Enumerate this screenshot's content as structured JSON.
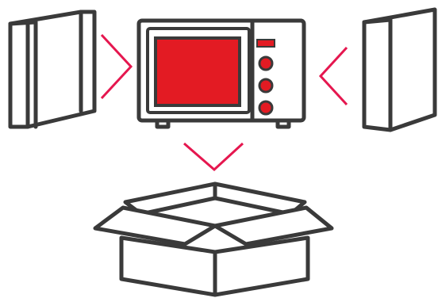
{
  "diagram": {
    "items": [
      {
        "id": "left-panel",
        "icon": "foam-insert-icon"
      },
      {
        "id": "microwave",
        "icon": "microwave-oven-icon"
      },
      {
        "id": "right-panel",
        "icon": "foam-insert-icon"
      },
      {
        "id": "box",
        "icon": "open-cardboard-box-icon"
      }
    ],
    "arrows": [
      {
        "direction": "right",
        "icon": "chevron-right-icon"
      },
      {
        "direction": "left",
        "icon": "chevron-left-icon"
      },
      {
        "direction": "down",
        "icon": "chevron-down-icon"
      }
    ]
  },
  "colors": {
    "outline": "#3a3a3a",
    "accent": "#e31b23",
    "arrow": "#e5174f",
    "background": "#ffffff"
  }
}
